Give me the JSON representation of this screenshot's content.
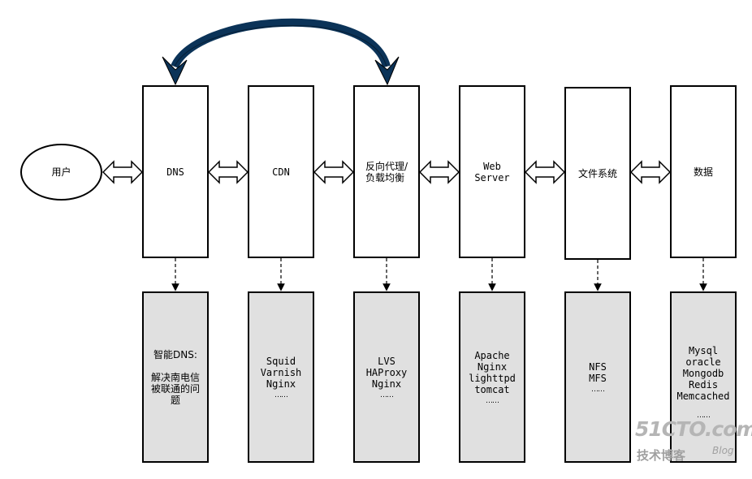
{
  "user": {
    "label": "用户"
  },
  "top_boxes": [
    {
      "id": "dns",
      "label": "DNS"
    },
    {
      "id": "cdn",
      "label": "CDN"
    },
    {
      "id": "proxy",
      "label": "反向代理/\n负载均衡"
    },
    {
      "id": "web",
      "label": "Web\nServer"
    },
    {
      "id": "fs",
      "label": "文件系统"
    },
    {
      "id": "data",
      "label": "数据"
    }
  ],
  "bottom_boxes": [
    {
      "id": "dns-detail",
      "text": "智能DNS:\n\n解决南电信\n被联通的问\n题",
      "ellipsis": ""
    },
    {
      "id": "cdn-detail",
      "text": "Squid\nVarnish\nNginx",
      "ellipsis": "……"
    },
    {
      "id": "proxy-detail",
      "text": "LVS\nHAProxy\nNginx",
      "ellipsis": "……"
    },
    {
      "id": "web-detail",
      "text": "Apache\nNginx\nlighttpd\ntomcat",
      "ellipsis": "……"
    },
    {
      "id": "fs-detail",
      "text": "NFS\nMFS",
      "ellipsis": "……"
    },
    {
      "id": "data-detail",
      "text": "Mysql\noracle\nMongodb\nRedis\nMemcached",
      "ellipsis": "……"
    }
  ],
  "colors": {
    "curve_arrow": "#0b3358",
    "gray_box": "#e0e0e0"
  },
  "watermark": {
    "logo": "51CTO.com",
    "sub": "技术博客",
    "blog": "Blog"
  }
}
